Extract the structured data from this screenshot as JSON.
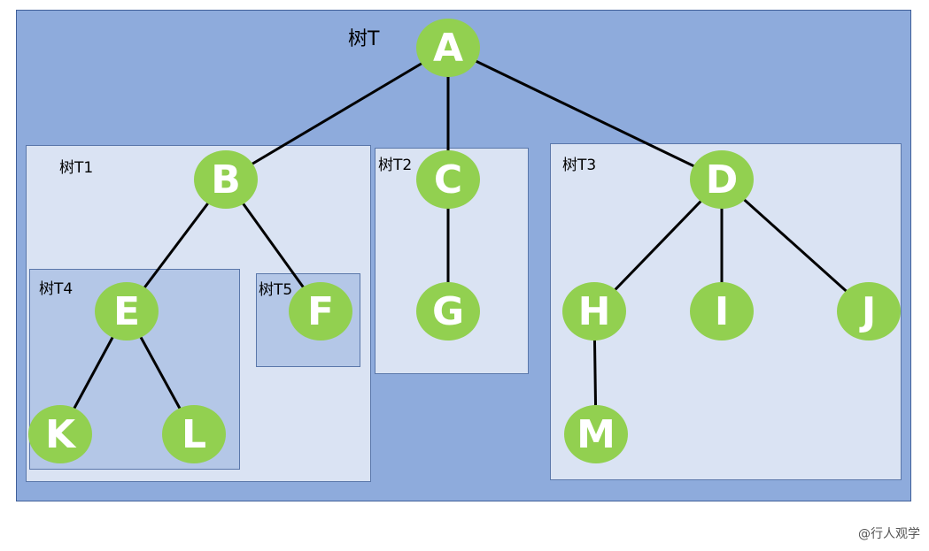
{
  "labels": {
    "tree": "树T",
    "t1": "树T1",
    "t2": "树T2",
    "t3": "树T3",
    "t4": "树T4",
    "t5": "树T5"
  },
  "nodes": {
    "A": "A",
    "B": "B",
    "C": "C",
    "D": "D",
    "E": "E",
    "F": "F",
    "G": "G",
    "H": "H",
    "I": "I",
    "J": "J",
    "K": "K",
    "L": "L",
    "M": "M"
  },
  "edges": [
    [
      "A",
      "B"
    ],
    [
      "A",
      "C"
    ],
    [
      "A",
      "D"
    ],
    [
      "B",
      "E"
    ],
    [
      "B",
      "F"
    ],
    [
      "C",
      "G"
    ],
    [
      "D",
      "H"
    ],
    [
      "D",
      "I"
    ],
    [
      "D",
      "J"
    ],
    [
      "E",
      "K"
    ],
    [
      "E",
      "L"
    ],
    [
      "H",
      "M"
    ]
  ],
  "colors": {
    "node": "#92d050",
    "outer": "#8eabdc",
    "subtree": "#dae3f3",
    "nested": "#b4c7e7",
    "edge": "#000000"
  },
  "watermark": "@行人观学"
}
